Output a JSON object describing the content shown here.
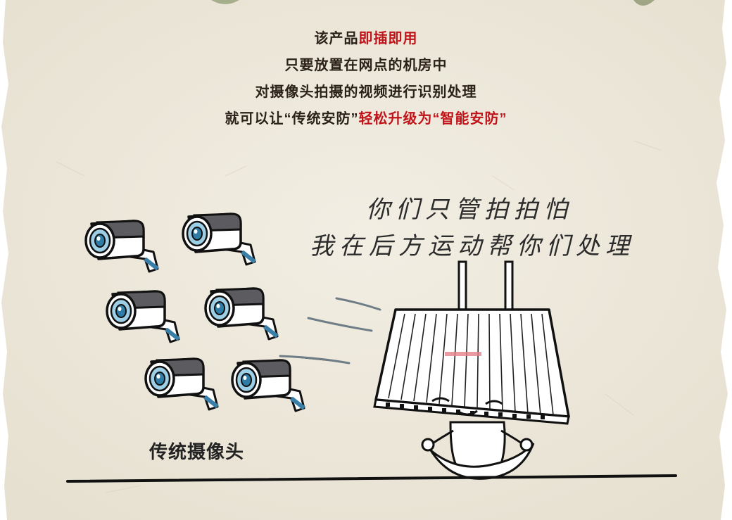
{
  "headline": {
    "line1": {
      "text_a": "该产品",
      "text_b": "即插即用"
    },
    "line2": "只要放置在网点的机房中",
    "line3": "对摄像头拍摄的视频进行识别处理",
    "line4": {
      "text_a": "就可以让“传统安防”",
      "text_b": "轻松升级为“智能安防”"
    },
    "accent_color": "#c0141a"
  },
  "speech": {
    "line1": "你们只管拍拍怕",
    "line2": "我在后方运动帮你们处理"
  },
  "cameras_label": "传统摄像头"
}
